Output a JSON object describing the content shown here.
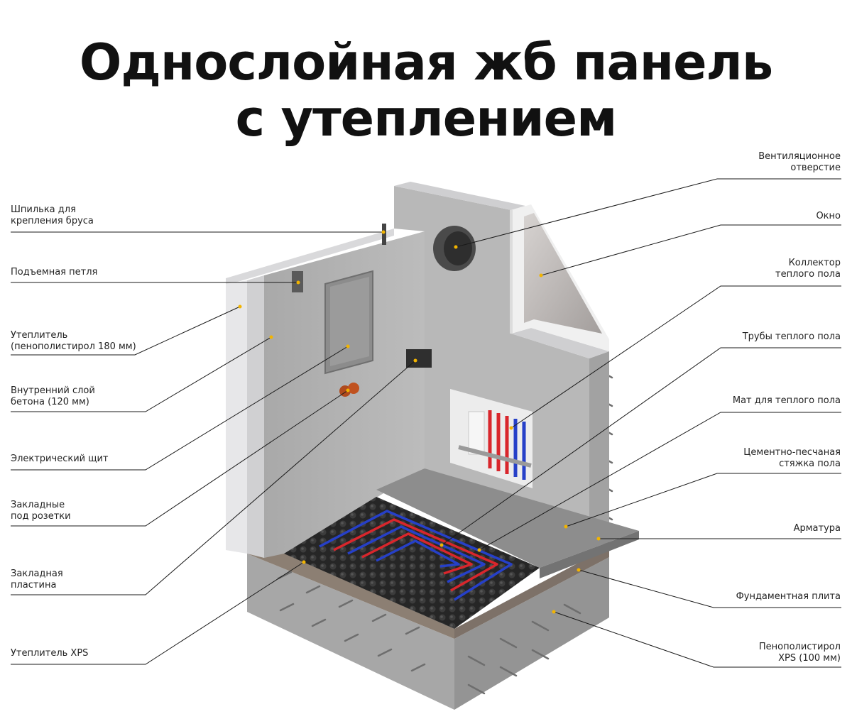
{
  "title": {
    "line1": "Однослойная жб панель",
    "line2": "с утеплением"
  },
  "labels_left": [
    {
      "id": "stud",
      "lines": [
        "Шпилька для",
        "крепления бруса"
      ]
    },
    {
      "id": "lifting-loop",
      "lines": [
        "Подъемная петля"
      ]
    },
    {
      "id": "insulation",
      "lines": [
        "Утеплитель",
        "(пенополистирол 180 мм)"
      ]
    },
    {
      "id": "inner-concrete",
      "lines": [
        "Внутренний слой",
        "бетона (120 мм)"
      ]
    },
    {
      "id": "electrical-panel",
      "lines": [
        "Электрический щит"
      ]
    },
    {
      "id": "socket-embeds",
      "lines": [
        "Закладные",
        "под розетки"
      ]
    },
    {
      "id": "embed-plate",
      "lines": [
        "Закладная",
        "пластина"
      ]
    },
    {
      "id": "xps-insulation",
      "lines": [
        "Утеплитель  XPS"
      ]
    }
  ],
  "labels_right": [
    {
      "id": "vent",
      "lines": [
        "Вентиляционное",
        "отверстие"
      ]
    },
    {
      "id": "window",
      "lines": [
        "Окно"
      ]
    },
    {
      "id": "collector",
      "lines": [
        "Коллектор",
        "теплого пола"
      ]
    },
    {
      "id": "pipes",
      "lines": [
        "Трубы теплого пола"
      ]
    },
    {
      "id": "mat",
      "lines": [
        "Мат для теплого пола"
      ]
    },
    {
      "id": "screed",
      "lines": [
        "Цементно-песчаная",
        "стяжка пола"
      ]
    },
    {
      "id": "rebar",
      "lines": [
        "Арматура"
      ]
    },
    {
      "id": "foundation",
      "lines": [
        "Фундаментная плита"
      ]
    },
    {
      "id": "xps-100",
      "lines": [
        "Пенополистирол",
        "XPS (100 мм)"
      ]
    }
  ],
  "colors": {
    "leader_line": "#1a1a1a",
    "marker_dot": "#f2b400",
    "concrete": "#b5b5b5",
    "insulation": "#e4e4e6",
    "pipe_red": "#d9262c",
    "pipe_blue": "#2640c8",
    "mat": "#2b2b2b",
    "screed": "#8d8d8d"
  }
}
